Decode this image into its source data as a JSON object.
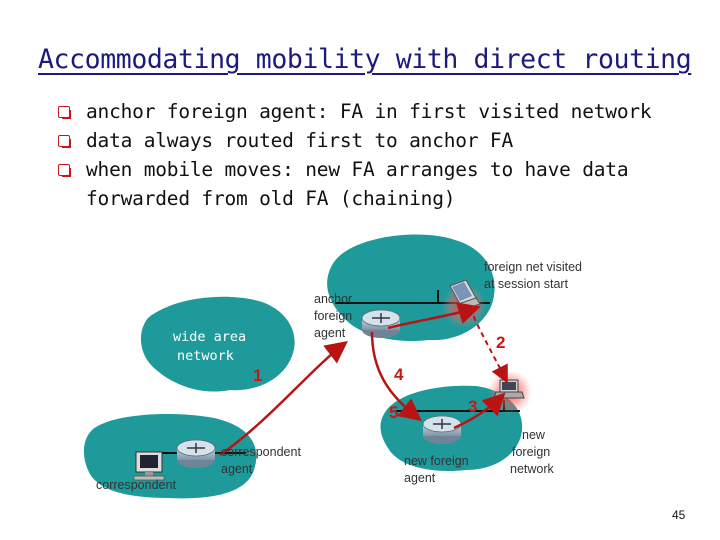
{
  "title": "Accommodating mobility with direct routing",
  "bullets": [
    "anchor foreign agent: FA in first visited network",
    "data always routed first to anchor FA",
    "when mobile moves: new FA arranges to have data forwarded from old FA (chaining)"
  ],
  "diagram": {
    "wide_area_network": "wide area network",
    "wide_area_network_lines": [
      "wide area",
      "network"
    ],
    "foreign_net_visited": "foreign net visited at session start",
    "foreign_net_visited_lines": [
      "foreign net  visited",
      "at session start"
    ],
    "anchor_agent": "anchor foreign agent",
    "anchor_agent_lines": [
      "anchor",
      "foreign",
      "agent"
    ],
    "correspondent_agent": "correspondent agent",
    "correspondent_agent_lines": [
      "correspondent",
      "agent"
    ],
    "correspondent": "correspondent",
    "new_foreign_agent": "new foreign agent",
    "new_foreign_agent_lines": [
      "new foreign",
      "agent"
    ],
    "new_foreign_network": "new foreign network",
    "new_foreign_network_lines": [
      "new",
      "foreign",
      "network"
    ],
    "steps": [
      "1",
      "2",
      "3",
      "4",
      "5"
    ]
  },
  "page_number": "45",
  "colors": {
    "title": "#1a1a80",
    "bullet": "#c81818",
    "network": "#1e9a9a",
    "arrow": "#b81414"
  }
}
